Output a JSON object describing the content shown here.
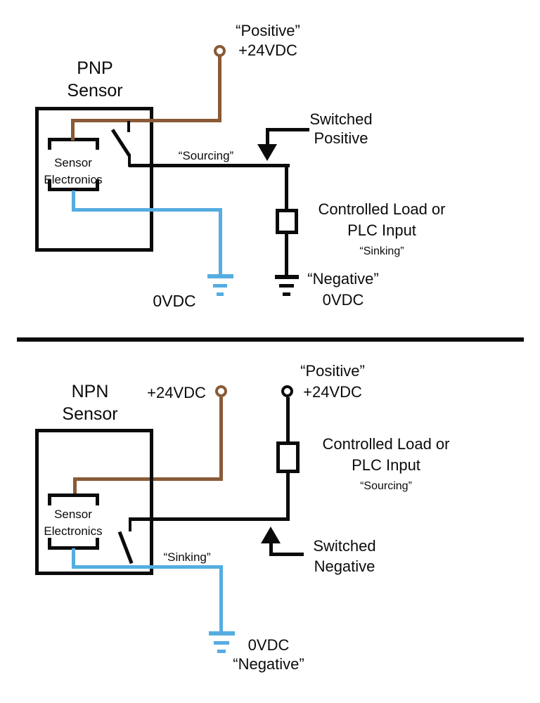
{
  "colors": {
    "line_black": "#0b0b0b",
    "wire_brown": "#8a5a36",
    "wire_blue": "#55ade0",
    "page_bg": "#ffffff"
  },
  "pnp": {
    "title_line1": "PNP",
    "title_line2": "Sensor",
    "electronics_line1": "Sensor",
    "electronics_line2": "Electronics",
    "supply_label_line1": "“Positive”",
    "supply_label_line2": "+24VDC",
    "sourcing_label": "“Sourcing”",
    "switched_label_line1": "Switched",
    "switched_label_line2": "Positive",
    "load_label_line1": "Controlled Load or",
    "load_label_line2": "PLC Input",
    "load_sublabel": "“Sinking”",
    "load_ground_line1": "“Negative”",
    "load_ground_line2": "0VDC",
    "sensor_ground_label": "0VDC"
  },
  "npn": {
    "title_line1": "NPN",
    "title_line2": "Sensor",
    "electronics_line1": "Sensor",
    "electronics_line2": "Electronics",
    "supply_label": "+24VDC",
    "load_supply_line1": "“Positive”",
    "load_supply_line2": "+24VDC",
    "sinking_label": "“Sinking”",
    "switched_label_line1": "Switched",
    "switched_label_line2": "Negative",
    "load_label_line1": "Controlled Load or",
    "load_label_line2": "PLC Input",
    "load_sublabel": "“Sourcing”",
    "ground_line1": "0VDC",
    "ground_line2": "“Negative”"
  }
}
